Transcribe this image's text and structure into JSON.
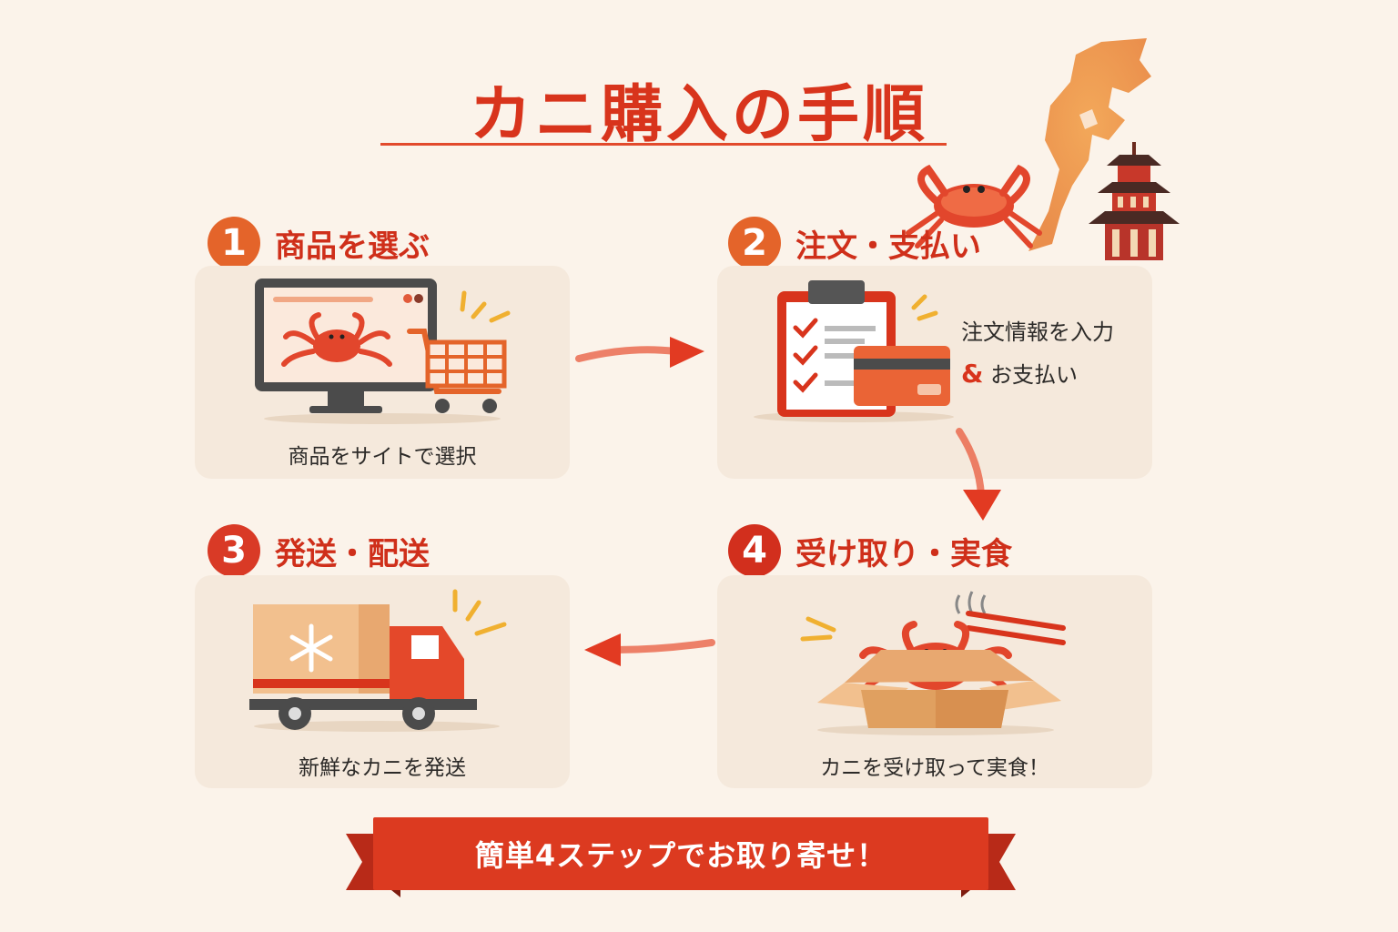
{
  "header": {
    "title": "カニ購入の手順"
  },
  "steps": [
    {
      "number": "1",
      "title": "商品を選ぶ",
      "caption": "商品をサイトで選択",
      "icon": "monitor-cart-icon"
    },
    {
      "number": "2",
      "title": "注文・支払い",
      "info_line1": "注文情報を入力",
      "info_amp": "&",
      "info_line2": "お支払い",
      "icon": "clipboard-card-icon"
    },
    {
      "number": "3",
      "title": "発送・配送",
      "caption": "新鮮なカニを発送",
      "icon": "delivery-truck-icon"
    },
    {
      "number": "4",
      "title": "受け取り・実食",
      "caption": "カニを受け取って実食！",
      "icon": "crab-box-icon"
    }
  ],
  "banner": {
    "text": "簡単4ステップでお取り寄せ！"
  },
  "colors": {
    "background": "#fbf3ea",
    "accent": "#d8341c",
    "num1": "#e4642a",
    "num2": "#e4642a",
    "num3": "#d93a26",
    "num4": "#d22f1d",
    "card": "#f5e9dc"
  }
}
